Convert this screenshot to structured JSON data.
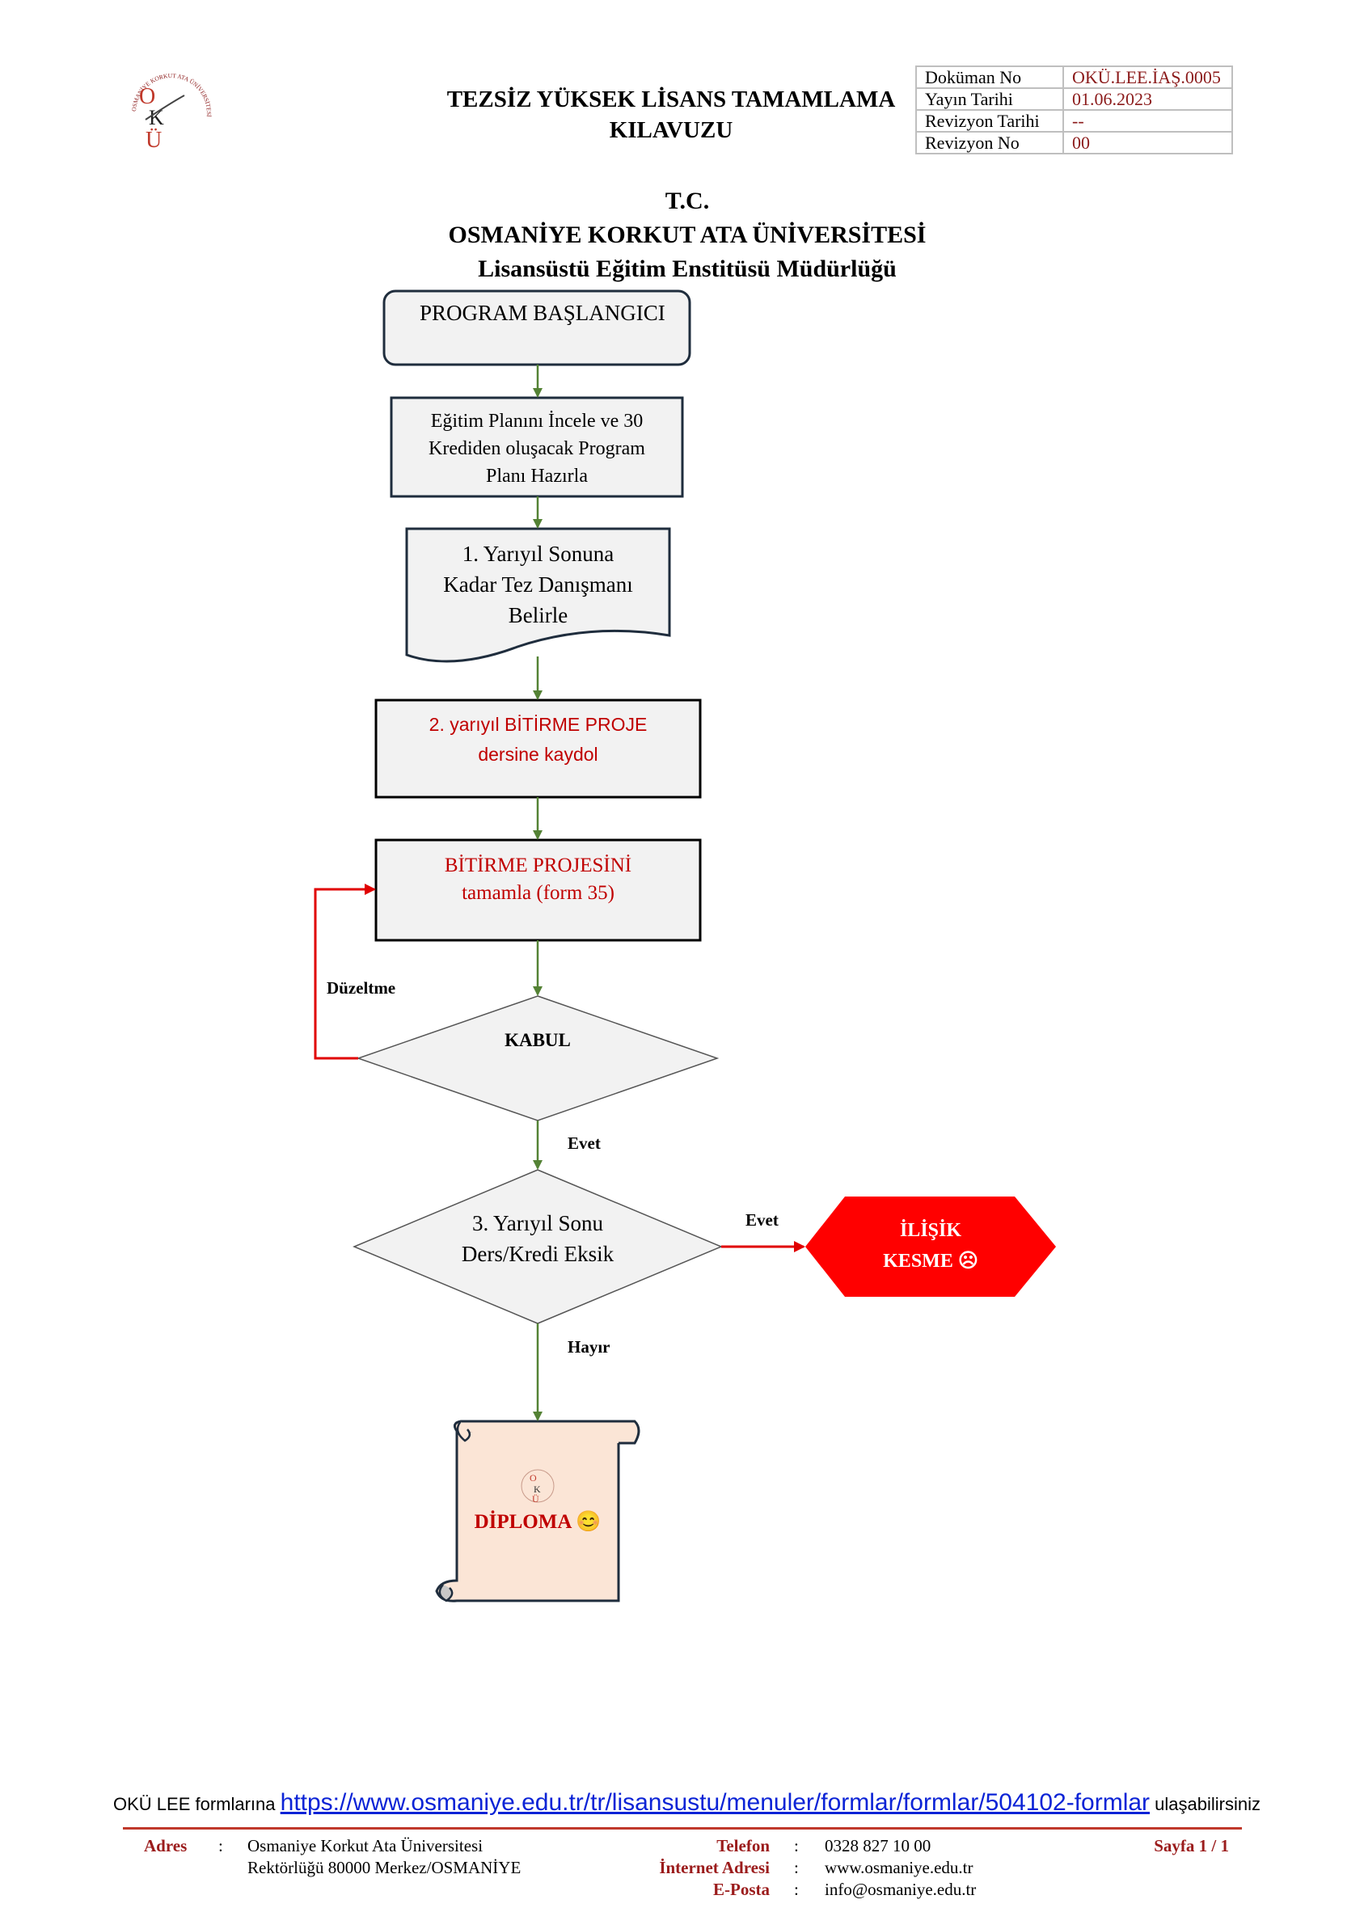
{
  "header": {
    "title_line1": "TEZSİZ YÜKSEK LİSANS TAMAMLAMA",
    "title_line2": "KILAVUZU",
    "doc_info": [
      {
        "label": "Doküman No",
        "value": "OKÜ.LEE.İAŞ.0005"
      },
      {
        "label": "Yayın Tarihi",
        "value": "01.06.2023"
      },
      {
        "label": "Revizyon Tarihi",
        "value": "--"
      },
      {
        "label": "Revizyon No",
        "value": "00"
      }
    ],
    "logo": {
      "letters": [
        "O",
        "K",
        "Ü"
      ],
      "ring_text": "OSMANİYE KORKUT ATA ÜNİVERSİTESİ"
    }
  },
  "institution": {
    "line1": "T.C.",
    "line2": "OSMANİYE KORKUT ATA ÜNİVERSİTESİ",
    "line3": "Lisansüstü Eğitim Enstitüsü Müdürlüğü"
  },
  "flow": {
    "start": "PROGRAM BAŞLANGICI",
    "step1": [
      "Eğitim Planını İncele ve 30",
      "Krediden oluşacak Program",
      "Planı Hazırla"
    ],
    "step2": [
      "1. Yarıyıl Sonuna",
      "Kadar Tez Danışmanı",
      "Belirle"
    ],
    "step3": [
      "2. yarıyıl BİTİRME PROJE",
      "dersine kaydol"
    ],
    "step4": [
      "BİTİRME PROJESİNİ",
      "tamamla (form 35)"
    ],
    "decision1": "KABUL",
    "decision1_no_label": "Düzeltme",
    "decision1_yes_label": "Evet",
    "decision2": [
      "3. Yarıyıl Sonu",
      "Ders/Kredi Eksik"
    ],
    "decision2_yes_label": "Evet",
    "decision2_no_label": "Hayır",
    "terminate": [
      "İLİŞİK",
      "KESME ☹"
    ],
    "end": "DİPLOMA 😊",
    "colors": {
      "green_arrow": "#548235",
      "red_arrow": "#e00000",
      "box_fill": "#f2f2f2",
      "box_border": "#1f2d3d",
      "red_text": "#c00000",
      "stop_fill": "#ff0000",
      "scroll_fill": "#fbe5d6"
    }
  },
  "footer": {
    "link_prefix": "OKÜ LEE formlarına",
    "link_url": "https://www.osmaniye.edu.tr/tr/lisansustu/menuler/formlar/formlar/504102-formlar",
    "link_suffix": "ulaşabilirsiniz",
    "address_label": "Adres",
    "address_line1": "Osmaniye Korkut Ata Üniversitesi",
    "address_line2": "Rektörlüğü 80000 Merkez/OSMANİYE",
    "phone_label": "Telefon",
    "phone": "0328 827 10 00",
    "web_label": "İnternet Adresi",
    "web": "www.osmaniye.edu.tr",
    "email_label": "E-Posta",
    "email": "info@osmaniye.edu.tr",
    "colon": ":",
    "page": "Sayfa 1 / 1"
  }
}
